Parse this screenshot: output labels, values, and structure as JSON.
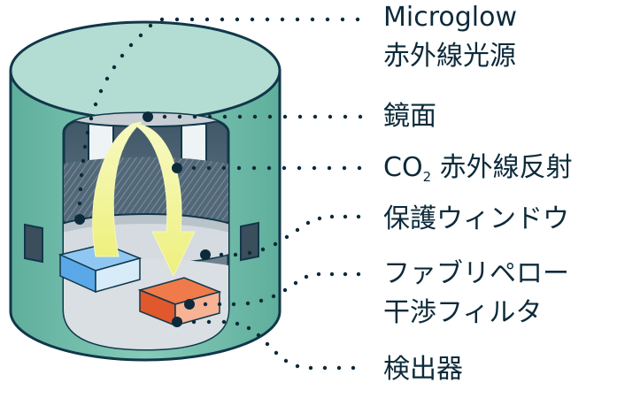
{
  "labels": {
    "source_line1": "Microglow",
    "source_line2": "赤外線光源",
    "mirror": "鏡面",
    "co2_prefix": "CO",
    "co2_subscript": "2",
    "co2_suffix": " 赤外線反射",
    "window": "保護ウィンドウ",
    "filter_line1": "ファブリペロー",
    "filter_line2": "干渉フィルタ",
    "detector": "検出器"
  },
  "colors": {
    "cylinder_face": "#7cc4b2",
    "cylinder_top": "#b3ddd2",
    "outline": "#11374a",
    "arrow": "#f1f39a",
    "emitter": "#5aa8e8",
    "filter": "#e0582c",
    "leader_dots": "#0c2a3a"
  }
}
